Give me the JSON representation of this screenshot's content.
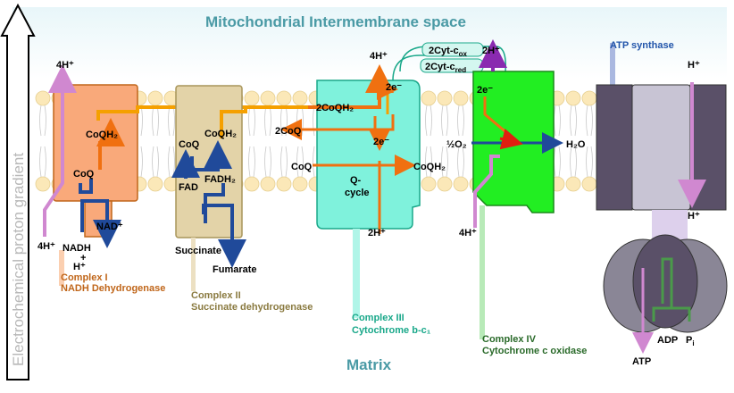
{
  "title_top": "Mitochondrial Intermembrane space",
  "title_bottom": "Matrix",
  "gradient_label": "Electrochemical proton gradient",
  "complex1": {
    "name": "Complex I",
    "full": "NADH Dehydrogenase",
    "h_top": "4H⁺",
    "h_bottom": "4H⁺",
    "coqh2": "CoQH₂",
    "coq": "CoQ",
    "nadh": "NADH",
    "plus": "+",
    "hplus": "H⁺",
    "nad": "NAD⁺"
  },
  "complex2": {
    "name": "Complex II",
    "full": "Succinate dehydrogenase",
    "coq": "CoQ",
    "coqh2": "CoQH₂",
    "fad": "FAD",
    "fadh2": "FADH₂",
    "succinate": "Succinate",
    "fumarate": "Fumarate"
  },
  "complex3": {
    "name": "Complex III",
    "full": "Cytochrome b-c₁",
    "h_top": "4H⁺",
    "h_bottom": "2H⁺",
    "two_coqh2": "2CoQH₂",
    "two_coq": "2CoQ",
    "coq": "CoQ",
    "coqh2": "CoQH₂",
    "e1": "2e⁻",
    "e2": "2e⁻",
    "q": "Q-",
    "cycle": "cycle",
    "cyt_ox": "2Cyt-c",
    "cyt_ox_sub": "ox",
    "cyt_red": "2Cyt-c",
    "cyt_red_sub": "red"
  },
  "complex4": {
    "name": "Complex IV",
    "full": "Cytochrome c oxidase",
    "h_top": "2H⁺",
    "h_bottom": "4H⁺",
    "e": "2e⁻",
    "o2": "½O₂",
    "h2o": "H₂O"
  },
  "atp_synthase": {
    "name": "ATP synthase",
    "h_top": "H⁺",
    "h_bottom": "H⁺",
    "adp": "ADP",
    "pi": "P",
    "pi_sub": "i",
    "atp": "ATP"
  },
  "colors": {
    "complex1": "#f9a97a",
    "complex2": "#e3d3a8",
    "complex3": "#7ff2dc",
    "complex4": "#22ee22",
    "atp_synthase": "#5a5068",
    "membrane_head": "#fbe8b8",
    "background_band": "#e4f5f8"
  }
}
